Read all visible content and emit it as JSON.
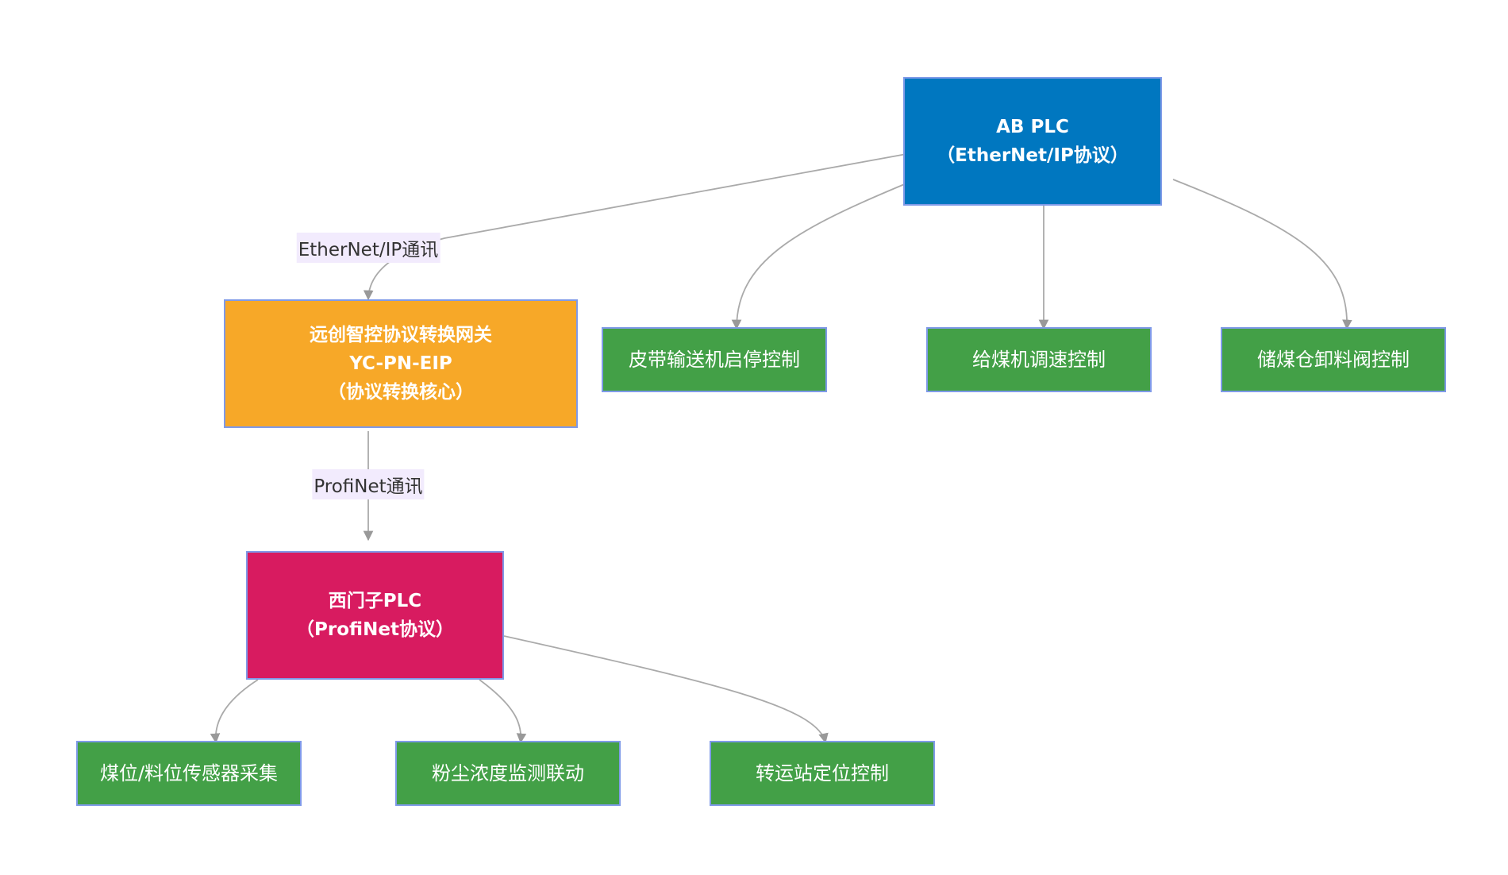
{
  "colors": {
    "ab_plc": "#0077c0",
    "gateway": "#f7a828",
    "siemens_plc": "#d81b60",
    "leaf": "#43a047",
    "border": "#7f9ae8",
    "edge": "#aaaaaa",
    "edge_label_bg": "#f2ebfd"
  },
  "nodes": {
    "ab_plc": {
      "label": "AB PLC\n（EtherNet/IP协议）"
    },
    "gateway": {
      "label": "远创智控协议转换网关\nYC-PN-EIP\n（协议转换核心）"
    },
    "siemens_plc": {
      "label": "西门子PLC\n（ProfiNet协议）"
    },
    "belt_conveyor": {
      "label": "皮带输送机启停控制"
    },
    "coal_feeder": {
      "label": "给煤机调速控制"
    },
    "bunker_valve": {
      "label": "储煤仓卸料阀控制"
    },
    "level_sensor": {
      "label": "煤位/料位传感器采集"
    },
    "dust_monitor": {
      "label": "粉尘浓度监测联动"
    },
    "transfer_station": {
      "label": "转运站定位控制"
    }
  },
  "edge_labels": {
    "ethernet_ip": "EtherNet/IP通讯",
    "profinet": "ProfiNet通讯"
  }
}
